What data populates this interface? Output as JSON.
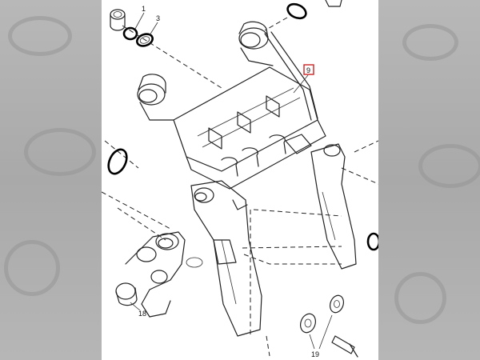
{
  "diagram": {
    "callouts": [
      {
        "id": "callout-1",
        "label": "1"
      },
      {
        "id": "callout-3",
        "label": "3"
      },
      {
        "id": "callout-9",
        "label": "9",
        "boxed": true
      },
      {
        "id": "callout-18",
        "label": "18"
      },
      {
        "id": "callout-19",
        "label": "19"
      }
    ],
    "highlight_color": "#cc2222"
  }
}
